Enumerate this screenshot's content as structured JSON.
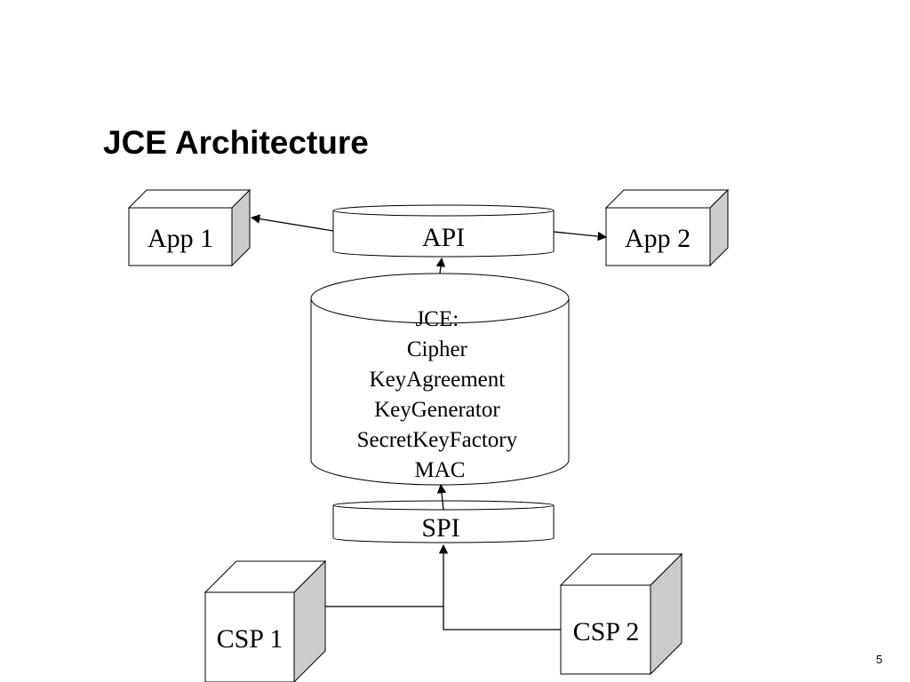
{
  "slide": {
    "title": "JCE Architecture",
    "page_number": "5"
  },
  "diagram": {
    "app1": "App 1",
    "app2": "App 2",
    "api": "API",
    "spi": "SPI",
    "jce_lines": [
      "JCE:",
      "Cipher",
      "KeyAgreement",
      "KeyGenerator",
      "SecretKeyFactory",
      "MAC"
    ],
    "csp1": "CSP 1",
    "csp2": "CSP 2"
  },
  "colors": {
    "stroke": "#000000",
    "box_fill": "#ffffff",
    "cube_side": "#cccccc",
    "cube_top": "#ffffff"
  }
}
